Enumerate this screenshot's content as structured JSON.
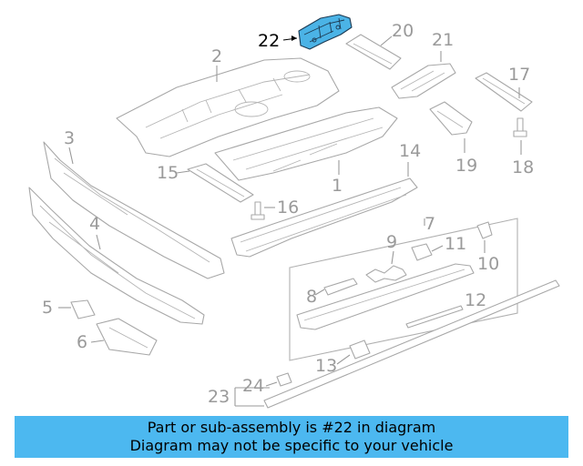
{
  "diagram": {
    "callouts": [
      "1",
      "2",
      "3",
      "4",
      "5",
      "6",
      "7",
      "8",
      "9",
      "10",
      "11",
      "12",
      "13",
      "14",
      "15",
      "16",
      "17",
      "18",
      "19",
      "20",
      "21",
      "22",
      "23",
      "24"
    ],
    "highlighted": "22",
    "highlight_color": "#4bb3e6",
    "line_color": "#a8a8a8"
  },
  "banner": {
    "line1": "Part or sub-assembly is #22 in diagram",
    "line2": "Diagram may not be specific to your vehicle",
    "color": "#4cb8f0"
  }
}
